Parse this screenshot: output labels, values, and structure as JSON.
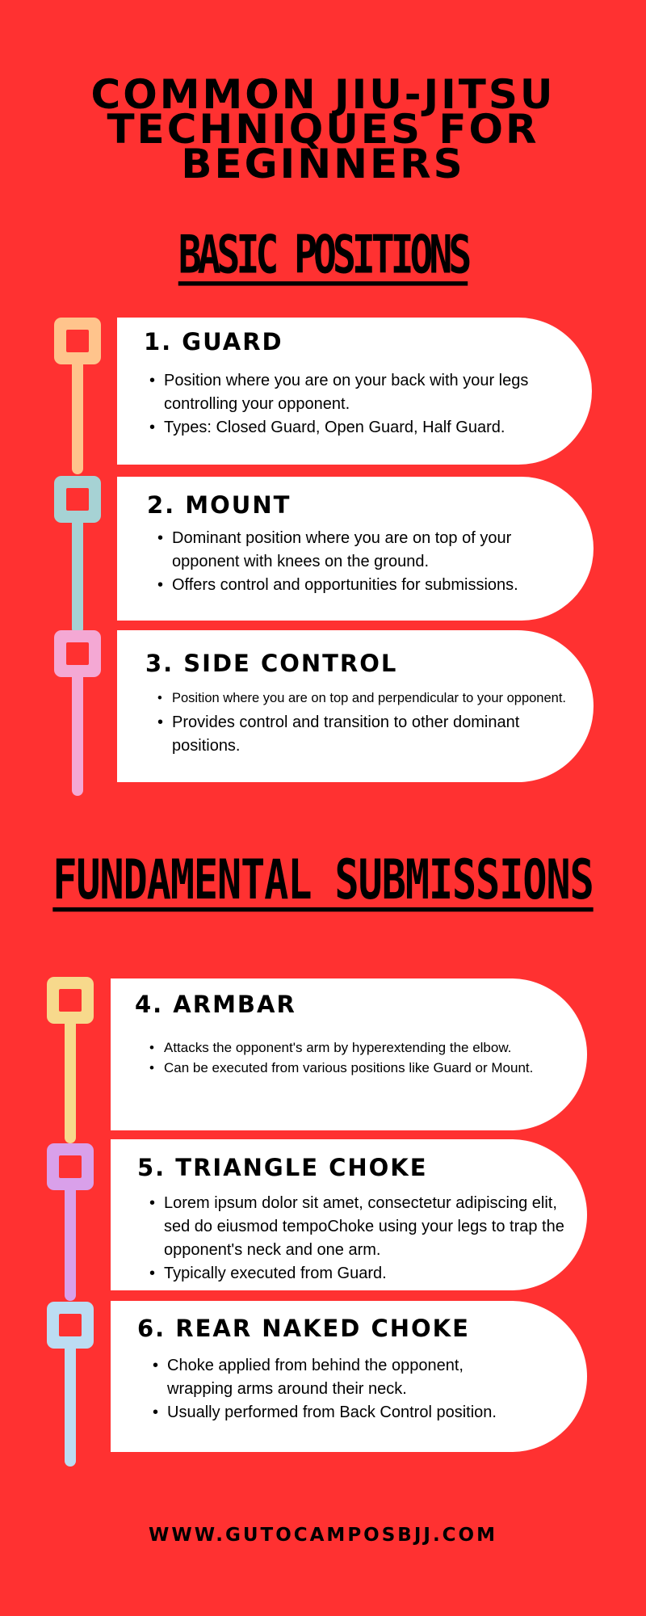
{
  "header": {
    "title": "COMMON JIU-JITSU\nTECHNIQUES FOR\nBEGINNERS"
  },
  "sections": {
    "basic_positions": "BASIC POSITIONS",
    "fundamental_submissions": "FUNDAMENTAL SUBMISSIONS"
  },
  "cards": [
    {
      "title": "1. GUARD",
      "bullets": [
        "Position where you are on your back with your legs controlling your opponent.",
        "Types: Closed Guard, Open Guard, Half Guard."
      ]
    },
    {
      "title": "2. MOUNT",
      "bullets": [
        "Dominant position where you are on top of your opponent with knees on the ground.",
        "Offers control and opportunities for submissions."
      ]
    },
    {
      "title": "3. SIDE CONTROL",
      "bullets": [
        "Position where you are on top and perpendicular to your opponent.",
        "Provides control and transition to other dominant positions."
      ]
    },
    {
      "title": "4. ARMBAR",
      "bullets": [
        "Attacks the opponent's arm by hyperextending the elbow.",
        "Can be executed from various positions like Guard or Mount."
      ]
    },
    {
      "title": "5. TRIANGLE CHOKE",
      "bullets": [
        "Lorem ipsum dolor sit amet, consectetur adipiscing elit, sed do eiusmod tempoChoke using your legs to trap the opponent's neck and one arm.",
        "Typically executed from Guard."
      ]
    },
    {
      "title": "6. REAR NAKED CHOKE",
      "bullets": [
        "Choke applied from behind the opponent, wrapping arms around their neck.",
        "Usually performed from Back Control position."
      ]
    }
  ],
  "colors": {
    "background": "#ff3131",
    "timeline": [
      "#ffc48c",
      "#a6d2d4",
      "#f4a8d4",
      "#f7d98c",
      "#d9a0ea",
      "#bcdcf2"
    ]
  },
  "footer": {
    "url": "WWW.GUTOCAMPOSBJJ.COM"
  }
}
